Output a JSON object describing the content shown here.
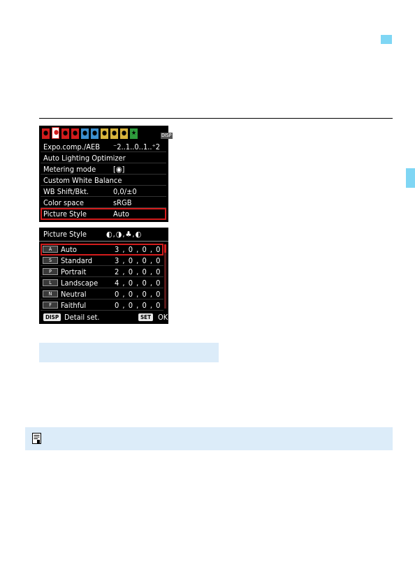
{
  "page": {
    "accent_color": "#7fd6f4",
    "highlight_color": "#d31c1c",
    "box_color": "#dcecf9"
  },
  "shooting_menu": {
    "tabs": [
      "●",
      "●",
      "●",
      "●",
      "●",
      "●",
      "●",
      "●",
      "●",
      "★"
    ],
    "tab_colors": [
      "#d31c1c",
      "#ffffff",
      "#d31c1c",
      "#d31c1c",
      "#3b8fd0",
      "#3b8fd0",
      "#d8b43c",
      "#d8b43c",
      "#d8b43c",
      "#2e9a3c"
    ],
    "active_tab_icon": "camera-icon",
    "badge": "DISP",
    "items": [
      {
        "label": "Expo.comp./AEB",
        "value": "⁻2..1..0..1..⁺2"
      },
      {
        "label": "Auto Lighting Optimizer",
        "value": ""
      },
      {
        "label": "Metering mode",
        "value": "[◉]"
      },
      {
        "label": "Custom White Balance",
        "value": ""
      },
      {
        "label": "WB Shift/Bkt.",
        "value": "0,0/±0"
      },
      {
        "label": "Color space",
        "value": "sRGB"
      },
      {
        "label": "Picture Style",
        "value": "Auto"
      }
    ]
  },
  "picture_style_screen": {
    "title": "Picture Style",
    "params": "◐,◑,♣,◐",
    "rows": [
      {
        "icon": "A",
        "name": "Auto",
        "values": "3 , 0 , 0 , 0"
      },
      {
        "icon": "S",
        "name": "Standard",
        "values": "3 , 0 , 0 , 0"
      },
      {
        "icon": "P",
        "name": "Portrait",
        "values": "2 , 0 , 0 , 0"
      },
      {
        "icon": "L",
        "name": "Landscape",
        "values": "4 , 0 , 0 , 0"
      },
      {
        "icon": "N",
        "name": "Neutral",
        "values": "0 , 0 , 0 , 0"
      },
      {
        "icon": "F",
        "name": "Faithful",
        "values": "0 , 0 , 0 , 0"
      }
    ],
    "footer": {
      "disp_key": "DISP",
      "disp_text": "Detail set.",
      "set_key": "SET",
      "set_text": "OK"
    }
  }
}
